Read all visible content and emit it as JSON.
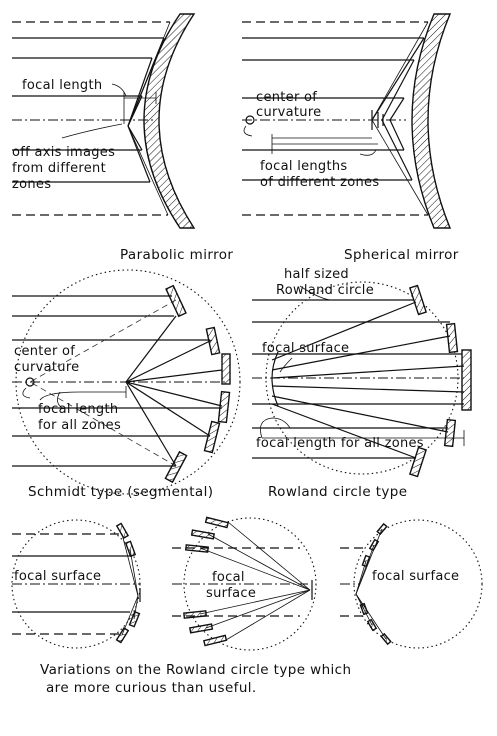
{
  "panels": {
    "parabolic": {
      "caption": "Parabolic mirror",
      "label_focal_length": "focal length",
      "label_off_axis_1": "off axis images",
      "label_off_axis_2": "from different",
      "label_off_axis_3": "zones"
    },
    "spherical": {
      "caption": "Spherical mirror",
      "label_center_1": "center of",
      "label_center_2": "curvature",
      "label_focal_1": "focal lengths",
      "label_focal_2": "of different zones"
    },
    "schmidt": {
      "caption": "Schmidt type (segmental)",
      "label_center_1": "center of",
      "label_center_2": "curvature",
      "label_focal_1": "focal length",
      "label_focal_2": "for all zones"
    },
    "rowland": {
      "caption": "Rowland circle type",
      "label_half_1": "half sized",
      "label_half_2": "Rowland circle",
      "label_focal_surface": "focal surface",
      "label_focal_length": "focal length for all zones"
    },
    "variations": {
      "label_a": "focal surface",
      "label_b_1": "focal",
      "label_b_2": "surface",
      "label_c": "focal surface",
      "caption_1": "Variations on the Rowland circle type which",
      "caption_2": "are more curious than useful."
    }
  }
}
